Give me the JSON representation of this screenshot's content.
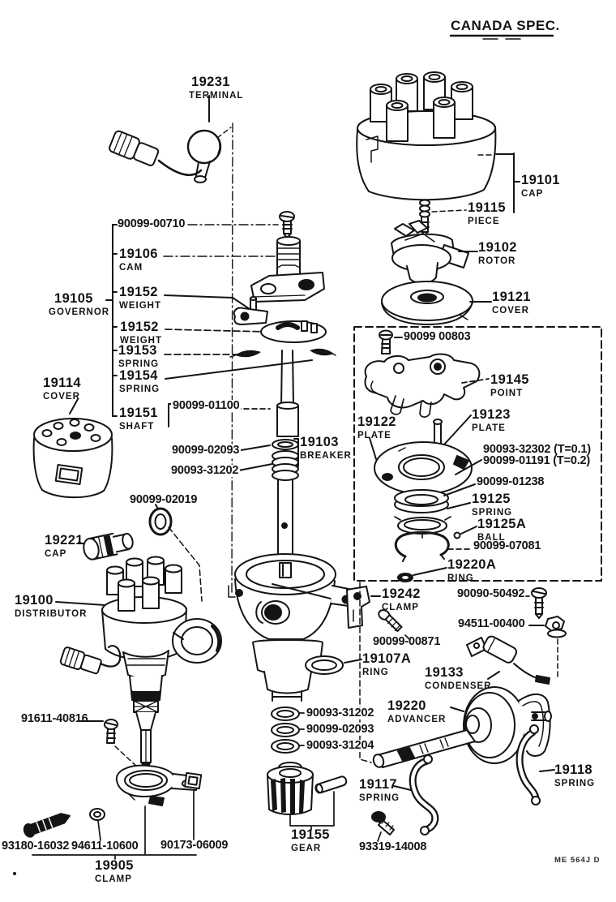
{
  "page": {
    "spec_label": "CANADA SPEC.",
    "doc_code": "ME 564J D",
    "ink_color": "#141414",
    "paper_color": "#ffffff"
  },
  "parts": [
    {
      "number": "19231",
      "name": "TERMINAL"
    },
    {
      "number": "90099-00710"
    },
    {
      "number": "19106",
      "name": "CAM"
    },
    {
      "number": "19105",
      "name": "GOVERNOR"
    },
    {
      "number": "19152",
      "name": "WEIGHT"
    },
    {
      "number": "19152",
      "name": "WEIGHT"
    },
    {
      "number": "19153",
      "name": "SPRING"
    },
    {
      "number": "19154",
      "name": "SPRING"
    },
    {
      "number": "19114",
      "name": "COVER"
    },
    {
      "number": "19151",
      "name": "SHAFT"
    },
    {
      "number": "90099-01100"
    },
    {
      "number": "90099-02093"
    },
    {
      "number": "19103",
      "name": "BREAKER"
    },
    {
      "number": "90093-31202"
    },
    {
      "number": "90099-02019"
    },
    {
      "number": "19221",
      "name": "CAP"
    },
    {
      "number": "19100",
      "name": "DISTRIBUTOR"
    },
    {
      "number": "19101",
      "name": "CAP"
    },
    {
      "number": "19115",
      "name": "PIECE"
    },
    {
      "number": "19102",
      "name": "ROTOR"
    },
    {
      "number": "19121",
      "name": "COVER"
    },
    {
      "number": "90099 00803"
    },
    {
      "number": "19145",
      "name": "POINT"
    },
    {
      "number": "19122",
      "name": "PLATE"
    },
    {
      "number": "19123",
      "name": "PLATE"
    },
    {
      "number": "90093-32302 (T=0.1)"
    },
    {
      "number": "90099-01191 (T=0.2)"
    },
    {
      "number": "90099-01238"
    },
    {
      "number": "19125",
      "name": "SPRING"
    },
    {
      "number": "19125A",
      "name": "BALL"
    },
    {
      "number": "90099-07081"
    },
    {
      "number": "19220A",
      "name": "RING"
    },
    {
      "number": "19242",
      "name": "CLAMP"
    },
    {
      "number": "90090-50492"
    },
    {
      "number": "94511-00400"
    },
    {
      "number": "90099-00871"
    },
    {
      "number": "19107A",
      "name": "RING"
    },
    {
      "number": "19133",
      "name": "CONDENSER"
    },
    {
      "number": "19220",
      "name": "ADVANCER"
    },
    {
      "number": "91611-40816"
    },
    {
      "number": "90093-31202"
    },
    {
      "number": "90099-02093"
    },
    {
      "number": "90093-31204"
    },
    {
      "number": "19117",
      "name": "SPRING"
    },
    {
      "number": "19118",
      "name": "SPRING"
    },
    {
      "number": "19155",
      "name": "GEAR"
    },
    {
      "number": "93319-14008"
    },
    {
      "number": "93180-16032"
    },
    {
      "number": "94611-10600"
    },
    {
      "number": "90173-06009"
    },
    {
      "number": "19905",
      "name": "CLAMP"
    }
  ]
}
